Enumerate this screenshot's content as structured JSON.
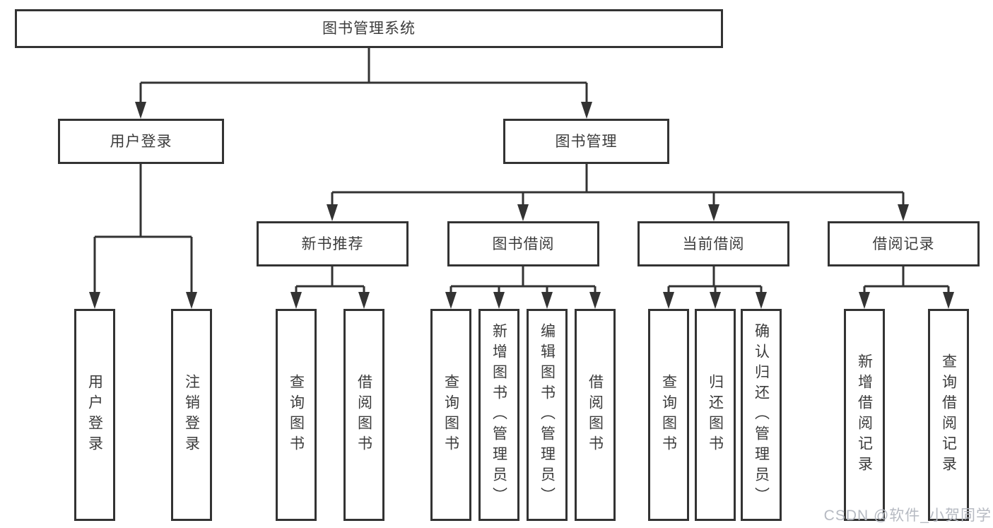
{
  "tree": {
    "label": "图书管理系统",
    "children": [
      {
        "label": "用户登录",
        "children": [
          {
            "label": "用户登录"
          },
          {
            "label": "注销登录"
          }
        ]
      },
      {
        "label": "图书管理",
        "children": [
          {
            "label": "新书推荐",
            "children": [
              {
                "label": "查询图书"
              },
              {
                "label": "借阅图书"
              }
            ]
          },
          {
            "label": "图书借阅",
            "children": [
              {
                "label": "查询图书"
              },
              {
                "label": "新增图书（管理员）"
              },
              {
                "label": "编辑图书（管理员）"
              },
              {
                "label": "借阅图书"
              }
            ]
          },
          {
            "label": "当前借阅",
            "children": [
              {
                "label": "查询图书"
              },
              {
                "label": "归还图书"
              },
              {
                "label": "确认归还（管理员）"
              }
            ]
          },
          {
            "label": "借阅记录",
            "children": [
              {
                "label": "新增借阅记录"
              },
              {
                "label": "查询借阅记录"
              }
            ]
          }
        ]
      }
    ]
  },
  "watermark": {
    "text": "CSDN @软件_小贺同学"
  },
  "colors": {
    "line": "#333333",
    "box_border": "#333333",
    "box_fill": "#ffffff",
    "text": "#3c3c3c",
    "watermark": "#b6bac2"
  }
}
